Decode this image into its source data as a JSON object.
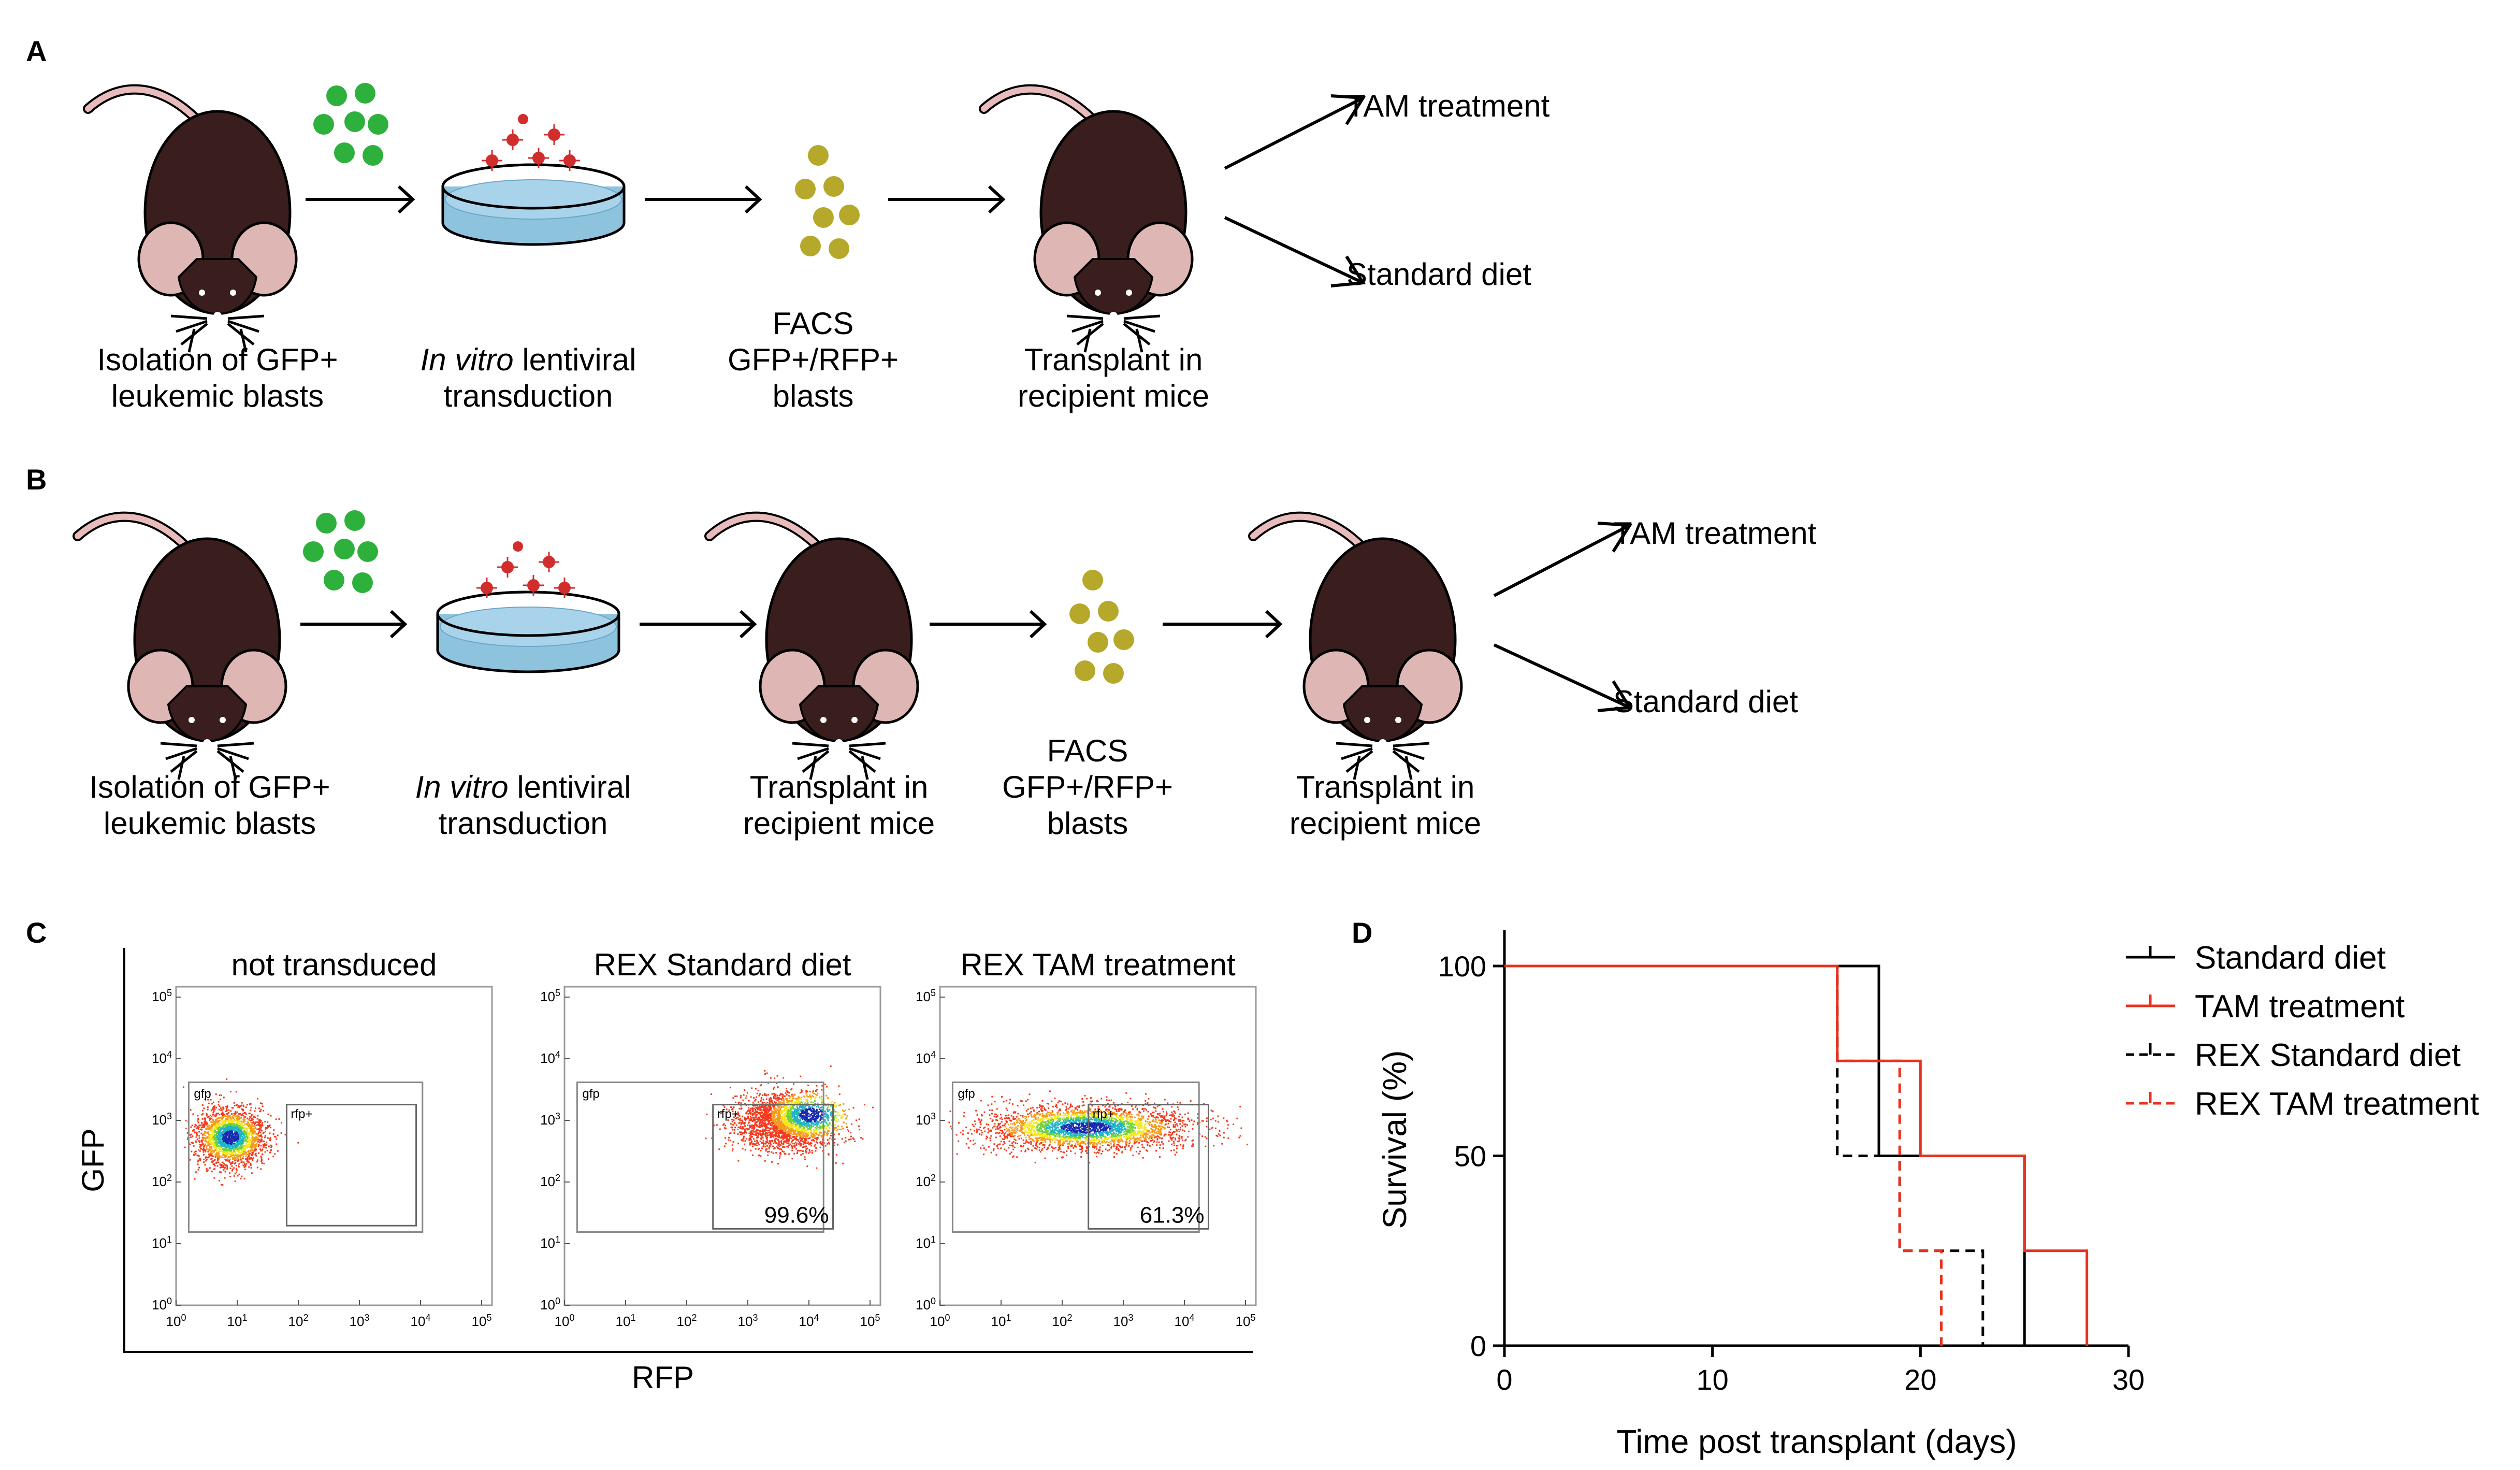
{
  "panels": {
    "A": {
      "letter": "A",
      "steps": [
        {
          "line1": "Isolation of GFP+",
          "line2": "leukemic blasts"
        },
        {
          "italic": "In vitro",
          "rest": " lentiviral",
          "line2": "transduction"
        },
        {
          "line0": "FACS",
          "line1": "GFP+/RFP+",
          "line2": "blasts"
        },
        {
          "line1": "Transplant in",
          "line2": "recipient mice"
        }
      ],
      "outcomes": [
        "TAM treatment",
        "Standard diet"
      ]
    },
    "B": {
      "letter": "B",
      "steps": [
        {
          "line1": "Isolation of GFP+",
          "line2": "leukemic blasts"
        },
        {
          "italic": "In vitro",
          "rest": " lentiviral",
          "line2": "transduction"
        },
        {
          "line1": "Transplant in",
          "line2": "recipient mice"
        },
        {
          "line0": "FACS",
          "line1": "GFP+/RFP+",
          "line2": "blasts"
        },
        {
          "line1": "Transplant in",
          "line2": "recipient mice"
        }
      ],
      "outcomes": [
        "TAM treatment",
        "Standard diet"
      ]
    },
    "C": {
      "letter": "C",
      "ylabel": "GFP",
      "xlabel": "RFP",
      "plots": [
        {
          "title": "not transduced",
          "gate1": "gfp",
          "gate2": "rfp+",
          "percent": ""
        },
        {
          "title": "REX Standard diet",
          "gate1": "gfp",
          "gate2": "rfp+",
          "percent": "99.6%"
        },
        {
          "title": "REX TAM treatment",
          "gate1": "gfp",
          "gate2": "rfp+",
          "percent": "61.3%"
        }
      ],
      "tick_exponents": [
        "0",
        "1",
        "2",
        "3",
        "4",
        "5"
      ]
    },
    "D": {
      "letter": "D"
    }
  },
  "chart_data": {
    "type": "line",
    "xlabel": "Time post transplant (days)",
    "ylabel": "Survival (%)",
    "xlim": [
      0,
      30
    ],
    "ylim": [
      0,
      100
    ],
    "xticks": [
      0,
      10,
      20,
      30
    ],
    "yticks": [
      0,
      50,
      100
    ],
    "series": [
      {
        "name": "Standard diet",
        "color": "#000000",
        "dashed": false,
        "x": [
          0,
          18,
          18,
          25,
          25
        ],
        "y": [
          100,
          100,
          50,
          50,
          0
        ]
      },
      {
        "name": "TAM treatment",
        "color": "#e8321e",
        "dashed": false,
        "x": [
          0,
          16,
          16,
          20,
          20,
          25,
          25,
          28,
          28
        ],
        "y": [
          100,
          100,
          75,
          75,
          50,
          50,
          25,
          25,
          0
        ]
      },
      {
        "name": "REX Standard diet",
        "color": "#000000",
        "dashed": true,
        "x": [
          0,
          16,
          16,
          19,
          19,
          23,
          23
        ],
        "y": [
          100,
          100,
          50,
          50,
          25,
          25,
          0
        ]
      },
      {
        "name": "REX TAM treatment",
        "color": "#e8321e",
        "dashed": true,
        "x": [
          0,
          16,
          16,
          19,
          19,
          21,
          21
        ],
        "y": [
          100,
          100,
          75,
          75,
          25,
          25,
          0
        ]
      }
    ]
  }
}
